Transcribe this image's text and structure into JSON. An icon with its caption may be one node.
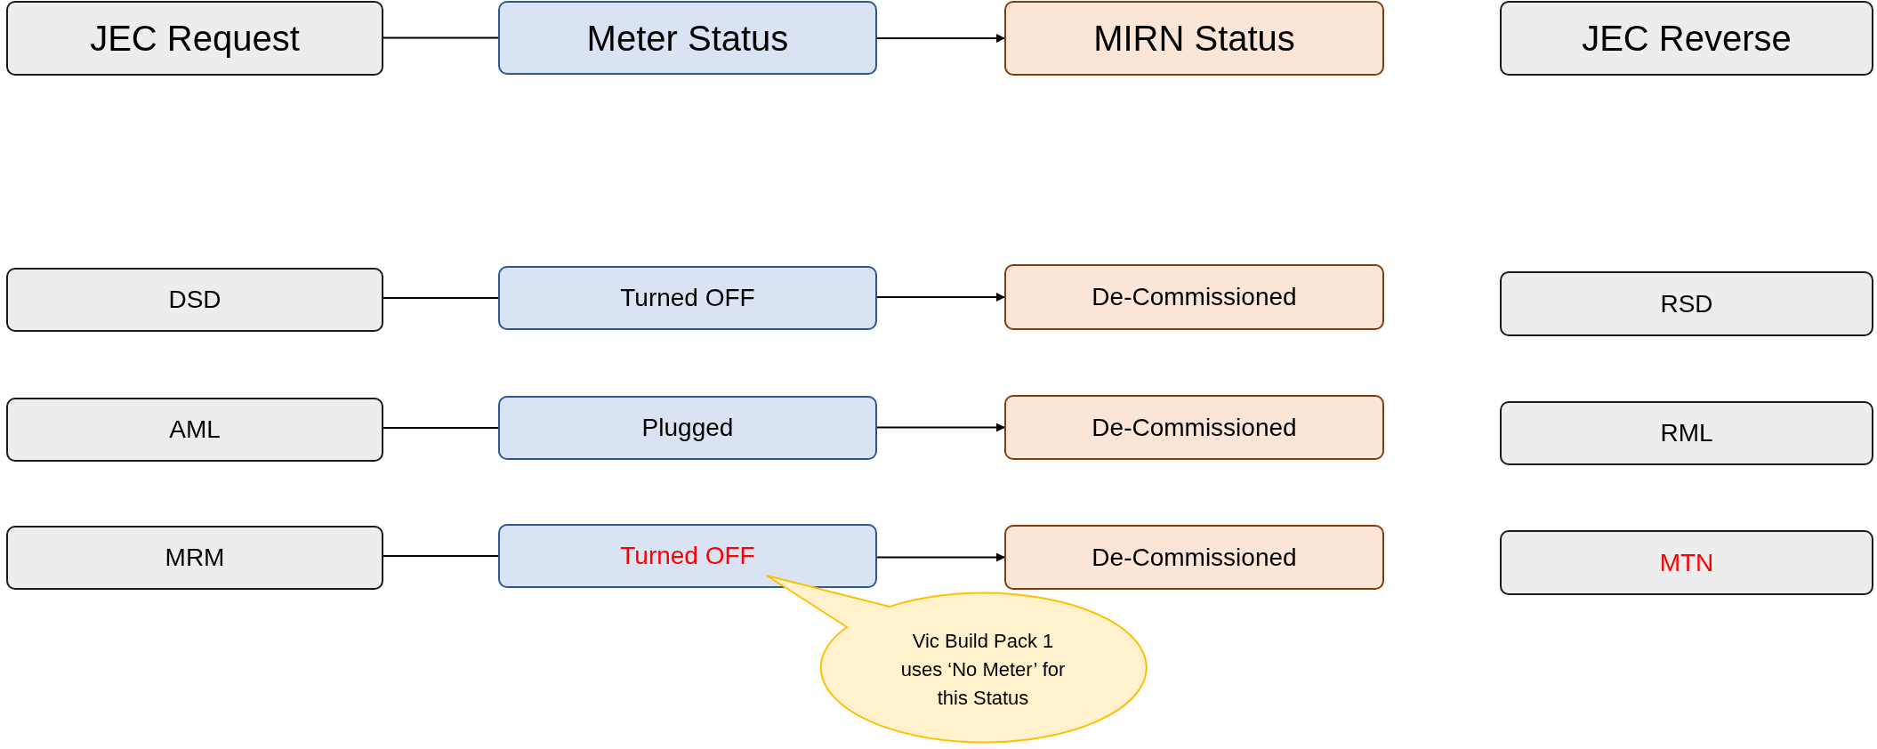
{
  "diagram": {
    "nodes": [
      {
        "text": [
          "JEC Request"
        ]
      },
      {
        "text": [
          "Meter Status"
        ]
      },
      {
        "text": [
          "MIRN Status"
        ]
      },
      {
        "text": [
          "JEC Reverse"
        ]
      },
      {
        "text": [
          "DSD"
        ]
      },
      {
        "text": [
          "Turned OFF"
        ]
      },
      {
        "text": [
          "De-Commissioned"
        ]
      },
      {
        "text": [
          "RSD"
        ]
      },
      {
        "text": [
          "AML"
        ]
      },
      {
        "text": [
          "Plugged"
        ]
      },
      {
        "text": [
          "De-Commissioned"
        ]
      },
      {
        "text": [
          "RML"
        ]
      },
      {
        "text": [
          "MRM"
        ]
      },
      {
        "text": [
          "Turned OFF"
        ]
      },
      {
        "text": [
          "De-Commissioned"
        ]
      },
      {
        "text": [
          "MTN"
        ]
      },
      {
        "text": [
          "Vic Build Pack 1 uses ‘No Meter’ for this Status"
        ]
      }
    ],
    "edges": [
      {
        "from": 0,
        "to": 1,
        "arrow": "none"
      },
      {
        "from": 1,
        "to": 2,
        "arrow": "to"
      },
      {
        "from": 4,
        "to": 5,
        "arrow": "none"
      },
      {
        "from": 5,
        "to": 6,
        "arrow": "to"
      },
      {
        "from": 8,
        "to": 9,
        "arrow": "none"
      },
      {
        "from": 9,
        "to": 10,
        "arrow": "to"
      },
      {
        "from": 12,
        "to": 13,
        "arrow": "none"
      },
      {
        "from": 13,
        "to": 14,
        "arrow": "to"
      }
    ]
  }
}
